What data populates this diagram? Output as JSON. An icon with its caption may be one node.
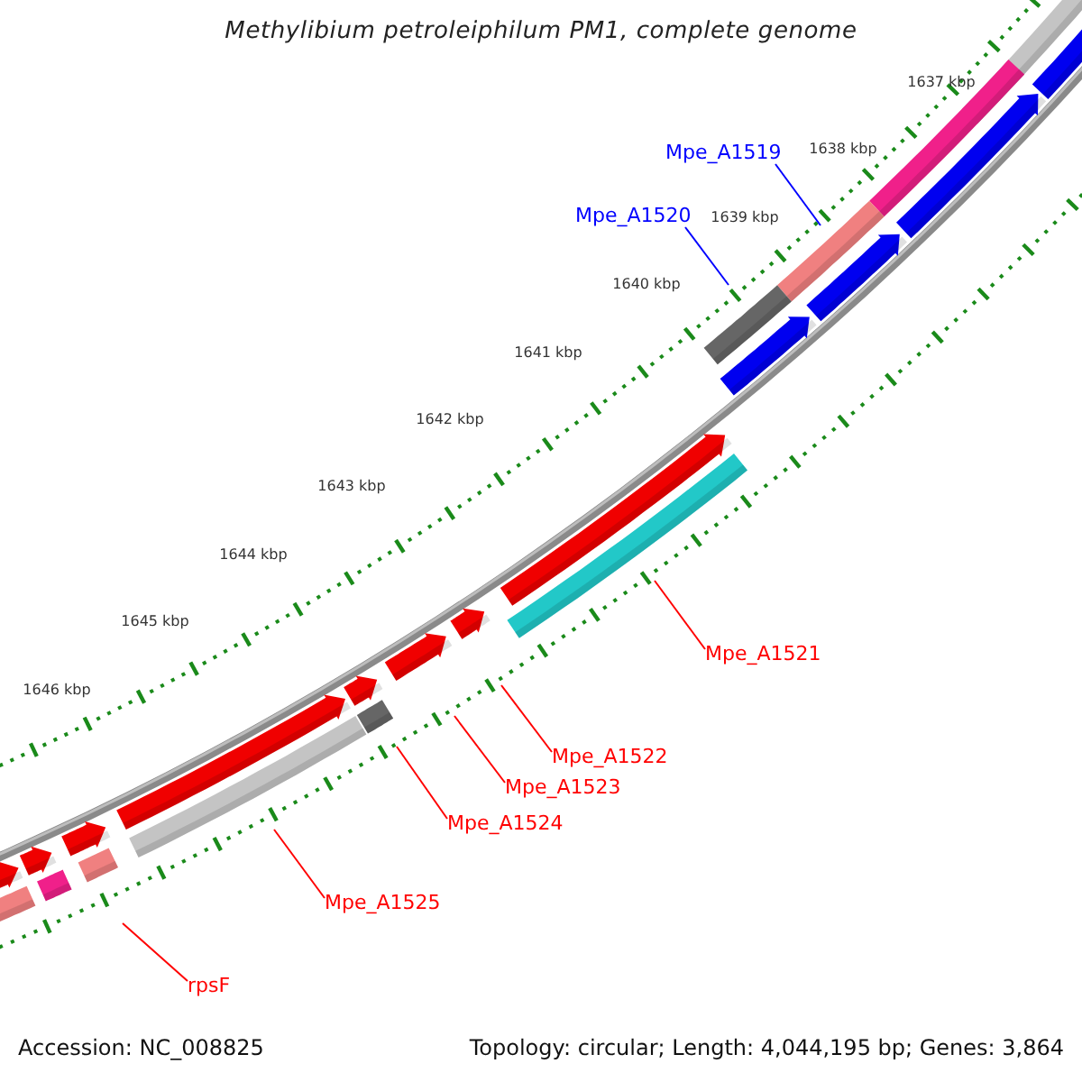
{
  "diagram": {
    "title": "Methylibium petroleiphilum PM1, complete genome",
    "nodes": [
      {
        "text": [
          "Mpe_A1519"
        ]
      },
      {
        "text": [
          "Mpe_A1520"
        ]
      },
      {
        "text": [
          "Mpe_A1521"
        ]
      },
      {
        "text": [
          "Mpe_A1522"
        ]
      },
      {
        "text": [
          "Mpe_A1523"
        ]
      },
      {
        "text": [
          "Mpe_A1524"
        ]
      },
      {
        "text": [
          "Mpe_A1525"
        ]
      },
      {
        "text": [
          "rpsF"
        ]
      }
    ],
    "edges": [
      {
        "from": 0,
        "to": null,
        "arrow": "none",
        "color": "#0000ff"
      },
      {
        "from": 1,
        "to": null,
        "arrow": "none",
        "color": "#0000ff"
      },
      {
        "from": 2,
        "to": null,
        "arrow": "none"
      },
      {
        "from": 3,
        "to": null,
        "arrow": "none"
      },
      {
        "from": 4,
        "to": null,
        "arrow": "none"
      },
      {
        "from": 5,
        "to": null,
        "arrow": "none"
      },
      {
        "from": 6,
        "to": null,
        "arrow": "none"
      },
      {
        "from": 7,
        "to": null,
        "arrow": "none"
      }
    ],
    "labels": [
      "1637 kbp",
      "1638 kbp",
      "1639 kbp",
      "1640 kbp",
      "1641 kbp",
      "1642 kbp",
      "1643 kbp",
      "1644 kbp",
      "1645 kbp",
      "1646 kbp",
      "Accession: NC_008825",
      "Topology: circular; Length: 4,044,195 bp; Genes: 3,864"
    ]
  }
}
